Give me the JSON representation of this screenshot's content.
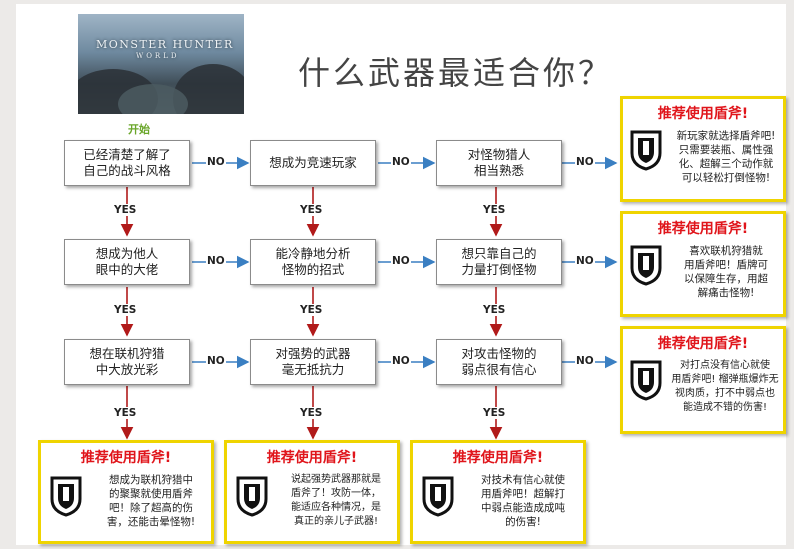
{
  "banner": {
    "logo_text": "MONSTER HUNTER",
    "logo_sub": "WORLD"
  },
  "title": "什么武器最适合你？",
  "start_label": "开始",
  "edge_labels": {
    "no": "NO",
    "yes": "YES"
  },
  "colors": {
    "no_arrow": "#3a7fc2",
    "yes_arrow": "#b11a1a",
    "rec_border": "#efd400",
    "rec_title": "#e0151b",
    "start": "#6aa62a"
  },
  "icon": "shield-axe-icon",
  "nodes": [
    [
      "已经清楚了解了",
      "自己的战斗风格"
    ],
    [
      "想成为竞速玩家"
    ],
    [
      "对怪物猎人",
      "相当熟悉"
    ],
    [
      "想成为他人",
      "眼中的大佬"
    ],
    [
      "能冷静地分析",
      "怪物的招式"
    ],
    [
      "想只靠自己的",
      "力量打倒怪物"
    ],
    [
      "想在联机狩猎",
      "中大放光彩"
    ],
    [
      "对强势的武器",
      "毫无抵抗力"
    ],
    [
      "对攻击怪物的",
      "弱点很有信心"
    ]
  ],
  "recommendations": [
    {
      "title": "推荐使用盾斧!",
      "lines": [
        "新玩家就选择盾斧吧!",
        "只需要装瓶、属性强",
        "化、超解三个动作就",
        "可以轻松打倒怪物!"
      ]
    },
    {
      "title": "推荐使用盾斧!",
      "lines": [
        "喜欢联机狩猎就",
        "用盾斧吧！盾牌可",
        "以保障生存，用超",
        "解痛击怪物!"
      ]
    },
    {
      "title": "推荐使用盾斧!",
      "lines": [
        "对打点没有信心就使",
        "用盾斧吧! 榴弹瓶爆炸无",
        "视肉质，打不中弱点也",
        "能造成不错的伤害!"
      ]
    },
    {
      "title": "推荐使用盾斧!",
      "lines": [
        "想成为联机狩猎中",
        "的聚聚就使用盾斧",
        "吧！除了超高的伤",
        "害，还能击晕怪物!"
      ]
    },
    {
      "title": "推荐使用盾斧!",
      "lines": [
        "说起强势武器那就是",
        "盾斧了！攻防一体，",
        "能适应各种情况，是",
        "真正的亲儿子武器!"
      ]
    },
    {
      "title": "推荐使用盾斧!",
      "lines": [
        "对技术有信心就使",
        "用盾斧吧！超解打",
        "中弱点能造成成吨",
        "的伤害!"
      ]
    }
  ]
}
